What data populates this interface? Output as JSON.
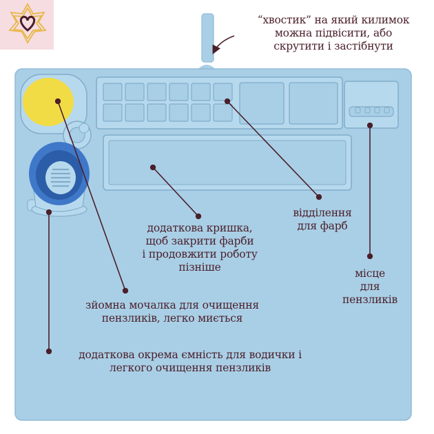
{
  "colors": {
    "mat": "#a9cfe6",
    "mat_edge": "#8fbad6",
    "well_fill": "#b7d9ee",
    "well_stroke": "#80acc9",
    "sponge": "#f2dc45",
    "water_cup": "#3f78c9",
    "water_cup_dark": "#2c5da8",
    "logo": "#e8b84a",
    "logo_bg": "#f6dde2",
    "text": "#4a1f2a",
    "arrow": "#4a1f2a"
  },
  "logo": {
    "icon": "heart-star-logo-icon"
  },
  "labels": {
    "tail": [
      "“хвостик” на який килимок",
      "можна підвісити, або",
      "скрутити і застібнути"
    ],
    "paints": [
      "відділення",
      "для фарб"
    ],
    "lid": [
      "додаткова кришка,",
      "щоб закрити фарби",
      "і продовжити роботу",
      "пізніше"
    ],
    "brushes": [
      "місце",
      "для",
      "пензликів"
    ],
    "sponge": [
      "зйомна мочалка для очищення",
      "пензликів, легко миється"
    ],
    "cup": [
      "додаткова окрема ємність для водички і",
      "легкого очищення пензликів"
    ]
  }
}
